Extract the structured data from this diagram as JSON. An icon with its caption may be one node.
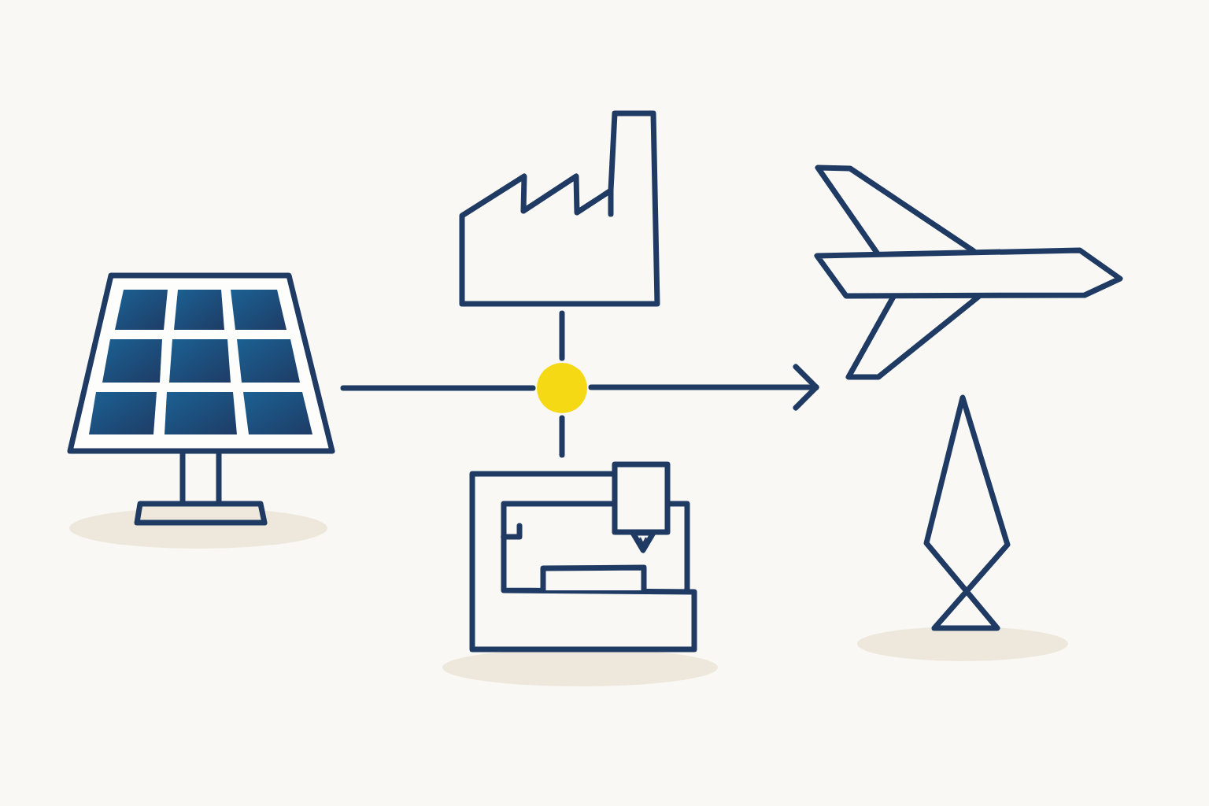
{
  "diagram": {
    "nodes": [
      {
        "text": [],
        "shape": "picture"
      },
      {
        "text": [],
        "shape": "picture"
      },
      {
        "text": [],
        "shape": "circle"
      },
      {
        "text": [],
        "shape": "picture"
      },
      {
        "text": [],
        "shape": "picture"
      },
      {
        "text": [],
        "shape": "picture"
      }
    ],
    "edges": [
      {
        "from": 0,
        "to": 2,
        "arrow": "none"
      },
      {
        "from": 2,
        "to": 4,
        "arrow": "to"
      },
      {
        "from": 1,
        "to": 2,
        "arrow": "none"
      },
      {
        "from": 2,
        "to": 3,
        "arrow": "none"
      }
    ]
  }
}
